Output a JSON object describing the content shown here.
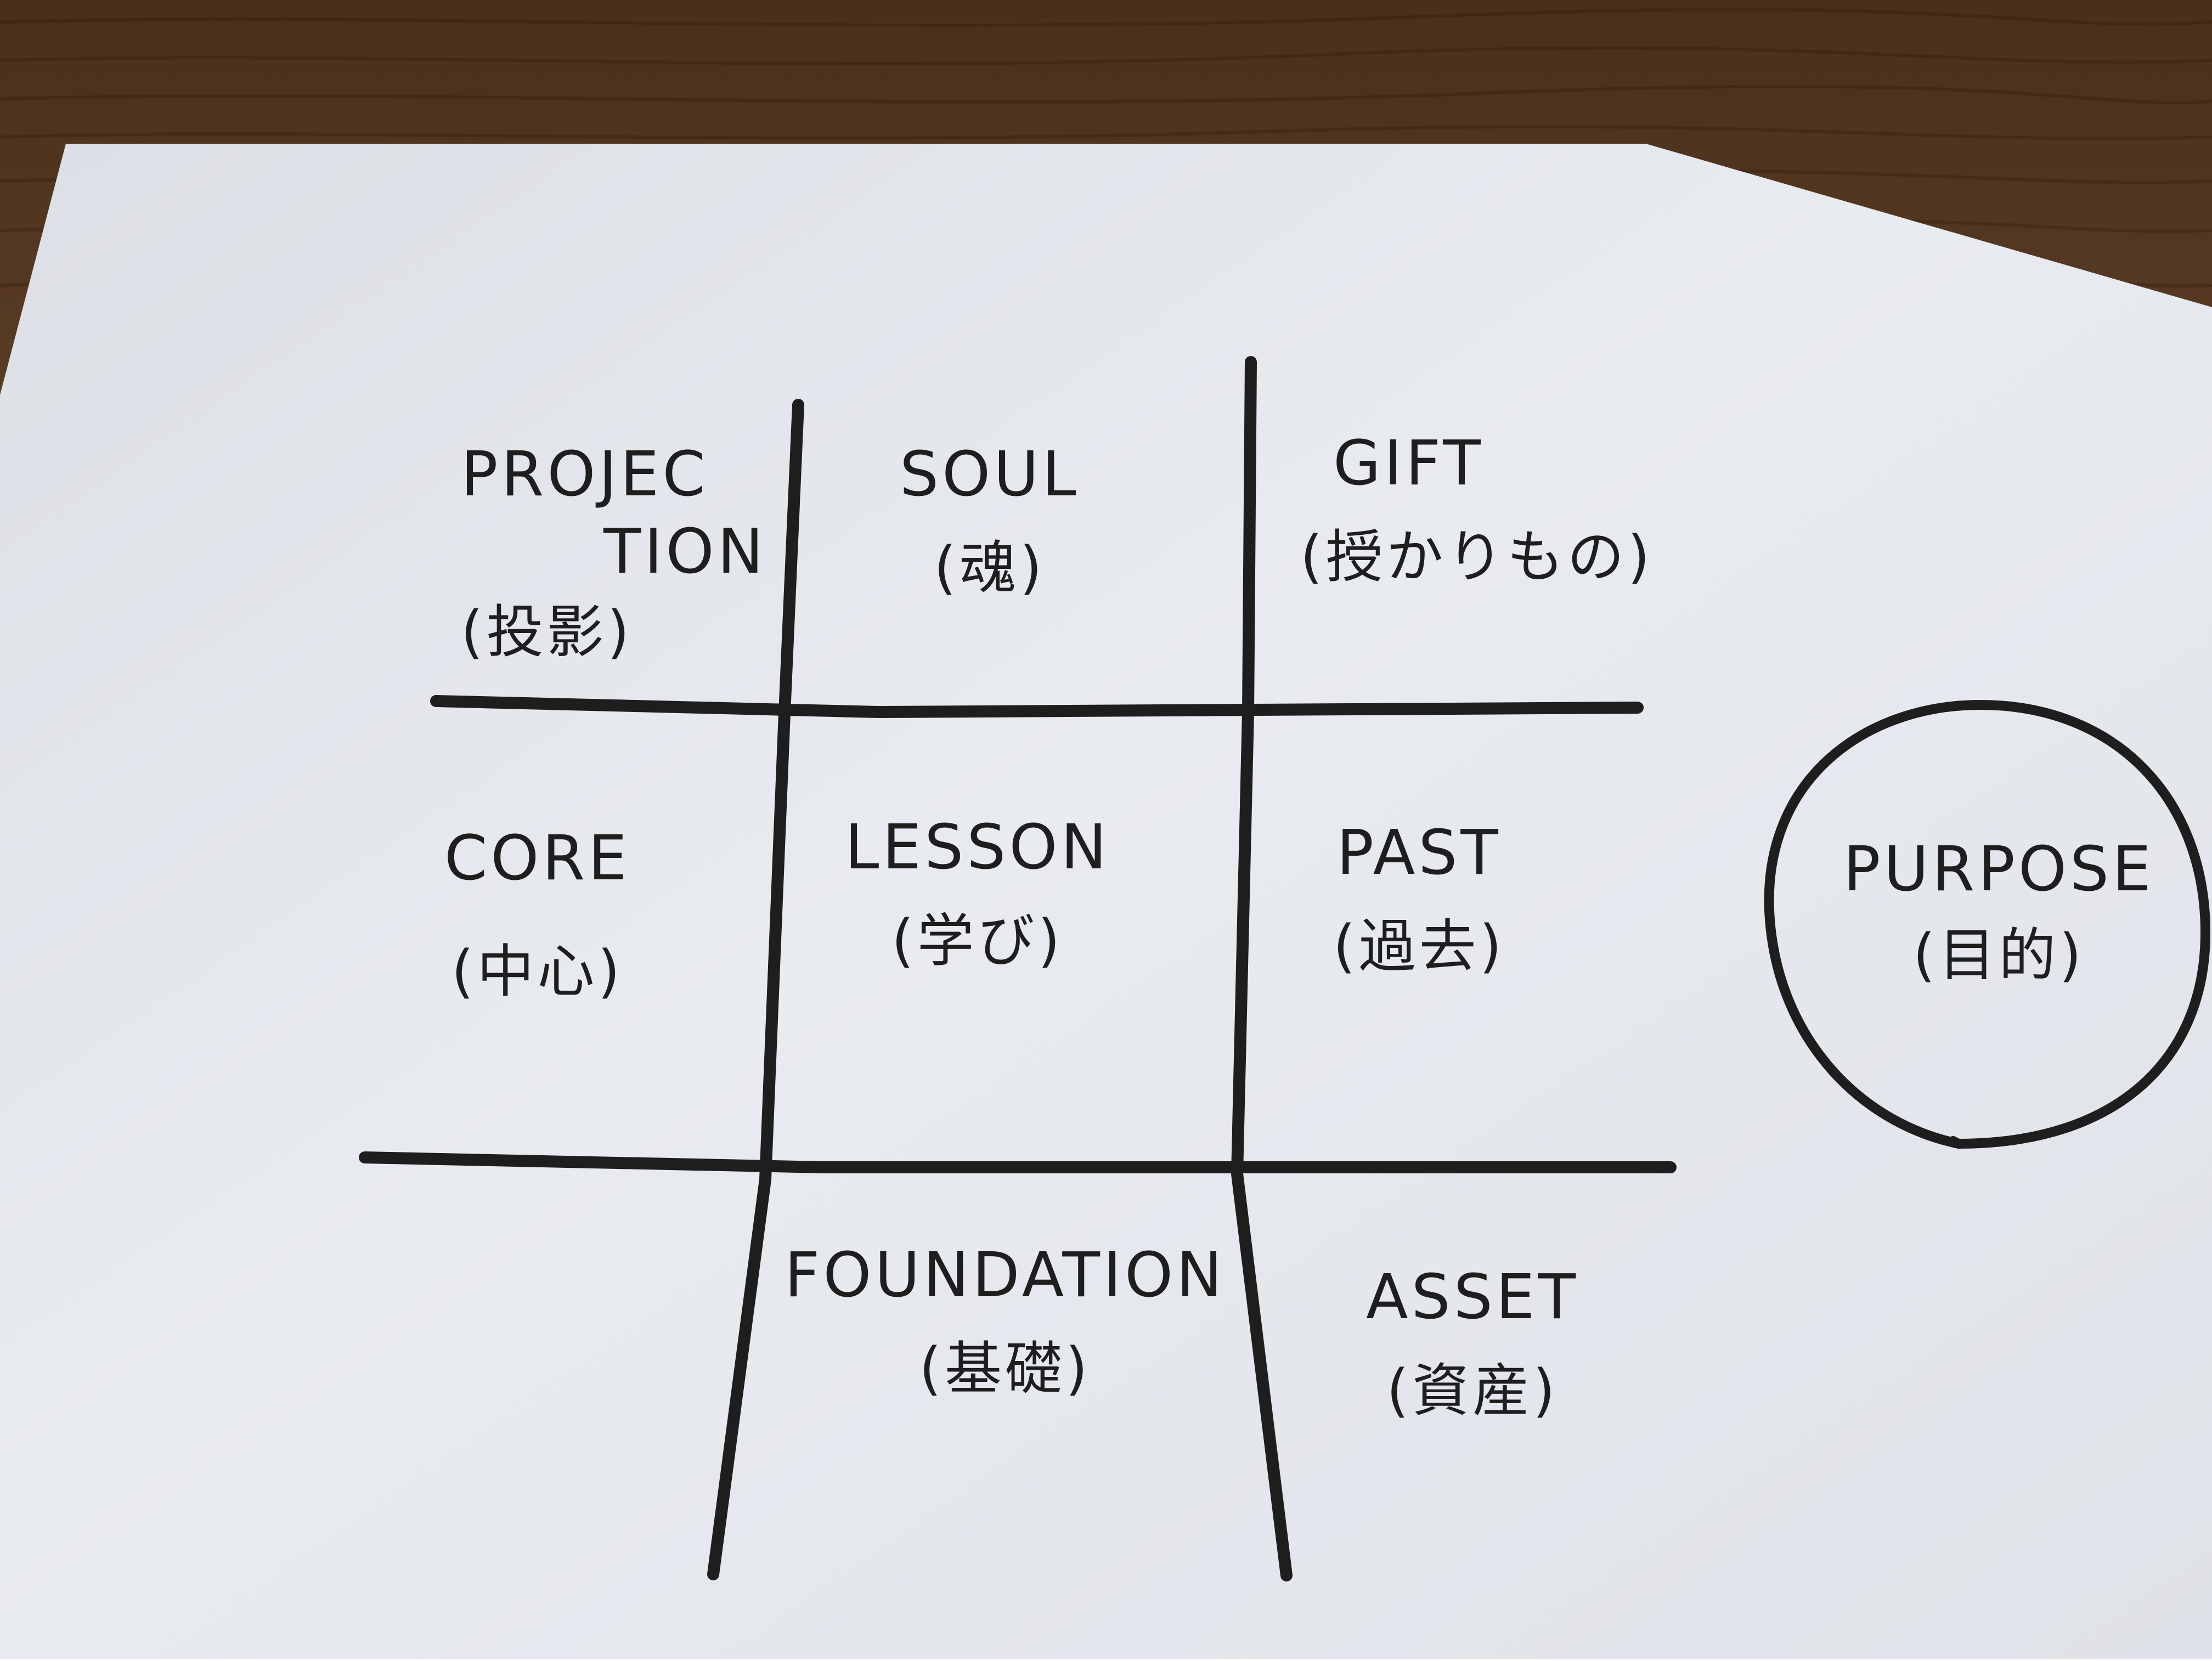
{
  "grid": {
    "projection": {
      "en_line1": "PROJEC",
      "en_line2": "TION",
      "jp": "(投影)"
    },
    "soul": {
      "en": "SOUL",
      "jp": "(魂)"
    },
    "gift": {
      "en": "GIFT",
      "jp": "(授かりもの)"
    },
    "core": {
      "en": "CORE",
      "jp": "(中心)"
    },
    "lesson": {
      "en": "LESSON",
      "jp": "(学び)"
    },
    "past": {
      "en": "PAST",
      "jp": "(過去)"
    },
    "foundation": {
      "en": "FOUNDATION",
      "jp": "(基礎)"
    },
    "asset": {
      "en": "ASSET",
      "jp": "(資産)"
    }
  },
  "purpose": {
    "en": "PURPOSE",
    "jp": "(目的)"
  },
  "colors": {
    "table_wood": "#5a3c24",
    "paper": "#e6e9ee",
    "ink": "#1e1e1e"
  }
}
